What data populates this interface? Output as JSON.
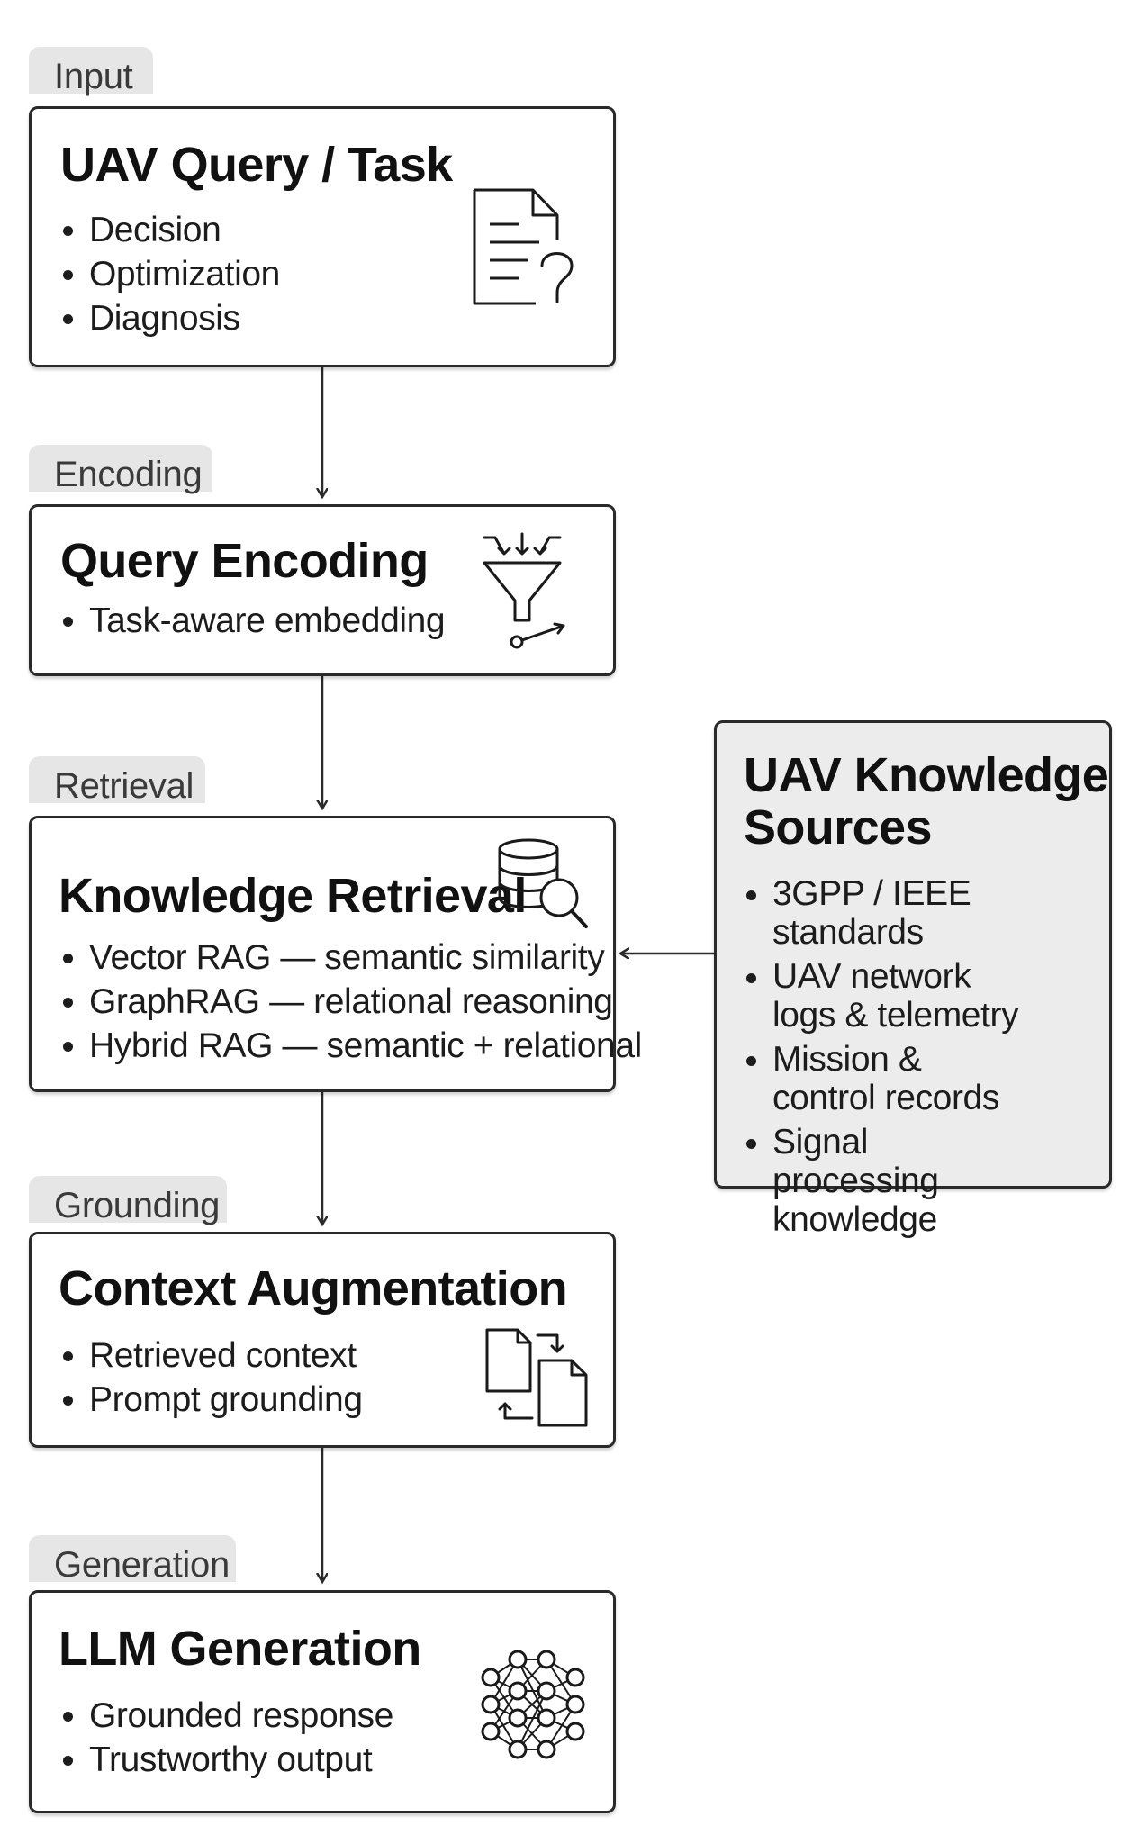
{
  "stages": [
    {
      "tab": "Input",
      "title": "UAV Query / Task",
      "bullets": [
        "Decision",
        "Optimization",
        "Diagnosis"
      ],
      "icon": "document-question-icon"
    },
    {
      "tab": "Encoding",
      "title": "Query Encoding",
      "bullets": [
        "Task-aware embedding"
      ],
      "icon": "funnel-icon"
    },
    {
      "tab": "Retrieval",
      "title": "Knowledge Retrieval",
      "bullets": [
        "Vector RAG — semantic similarity",
        "GraphRAG — relational reasoning",
        "Hybrid RAG — semantic + relational"
      ],
      "icon": "database-search-icon"
    },
    {
      "tab": "Grounding",
      "title": "Context Augmentation",
      "bullets": [
        "Retrieved context",
        "Prompt grounding"
      ],
      "icon": "documents-swap-icon"
    },
    {
      "tab": "Generation",
      "title": "LLM Generation",
      "bullets": [
        "Grounded response",
        "Trustworthy output"
      ],
      "icon": "neural-network-icon"
    }
  ],
  "sources": {
    "title_line1": "UAV Knowledge",
    "title_line2": "Sources",
    "bullets": [
      "3GPP / IEEE standards",
      "UAV network logs & telemetry",
      "Mission & control records",
      "Signal processing knowledge"
    ]
  },
  "colors": {
    "tab_bg": "#e6e6e6",
    "border": "#2a2a2a",
    "sources_bg": "#ececec"
  }
}
